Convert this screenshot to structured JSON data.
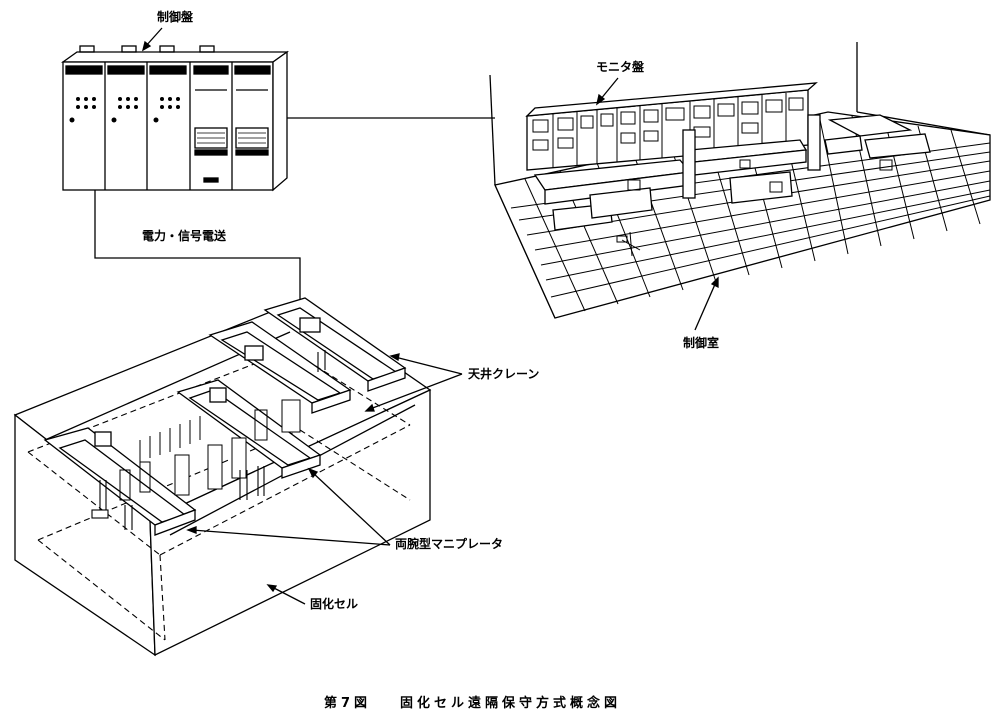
{
  "labels": {
    "control_panel": "制御盤",
    "monitor_panel": "モニタ盤",
    "power_signal": "電力・信号電送",
    "control_room": "制御室",
    "overhead_crane": "天井クレーン",
    "manipulator": "両腕型マニプレータ",
    "solidification_cell": "固化セル"
  },
  "caption": {
    "figure_no": "第7図",
    "title": "固化セル遠隔保守方式概念図"
  }
}
